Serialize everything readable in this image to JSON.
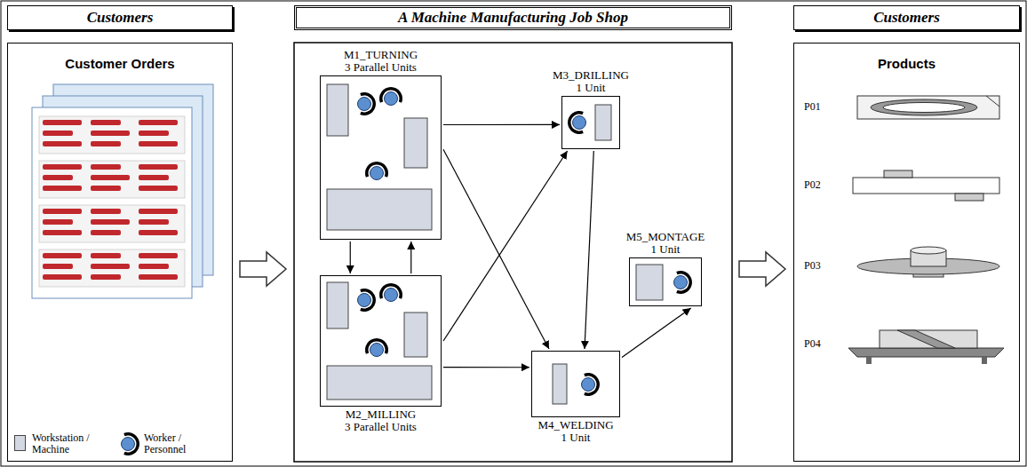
{
  "diagram": {
    "nodes": [
      {
        "text": [
          "Customers"
        ]
      },
      {
        "text": [
          "A Machine Manufacturing Job Shop"
        ]
      },
      {
        "text": [
          "Customers"
        ]
      },
      {
        "text": [
          "Customer Orders"
        ]
      },
      {
        "text": [
          "M1_TURNING",
          "3 Parallel Units"
        ]
      },
      {
        "text": [
          "M3_DRILLING",
          "1 Unit"
        ]
      },
      {
        "text": [
          "M5_MONTAGE",
          "1 Unit"
        ]
      },
      {
        "text": [
          "M2_MILLING",
          "3 Parallel Units"
        ]
      },
      {
        "text": [
          "M4_WELDING",
          "1 Unit"
        ]
      },
      {
        "text": [
          "Products"
        ]
      }
    ],
    "edges": [
      {
        "from": 4,
        "to": 5,
        "arrow": "to"
      },
      {
        "from": 4,
        "to": 8,
        "arrow": "to"
      },
      {
        "from": 4,
        "to": 7,
        "arrow": "to"
      },
      {
        "from": 7,
        "to": 4,
        "arrow": "to"
      },
      {
        "from": 7,
        "to": 5,
        "arrow": "to"
      },
      {
        "from": 7,
        "to": 8,
        "arrow": "to"
      },
      {
        "from": 5,
        "to": 8,
        "arrow": "to"
      },
      {
        "from": 8,
        "to": 6,
        "arrow": "to"
      }
    ],
    "labels": [
      "P01",
      "P02",
      "P03",
      "P04"
    ],
    "legend": [
      {
        "text": "Workstation / Machine",
        "color": "#d4d8e2"
      },
      {
        "text": "Worker / Personnel"
      }
    ]
  }
}
